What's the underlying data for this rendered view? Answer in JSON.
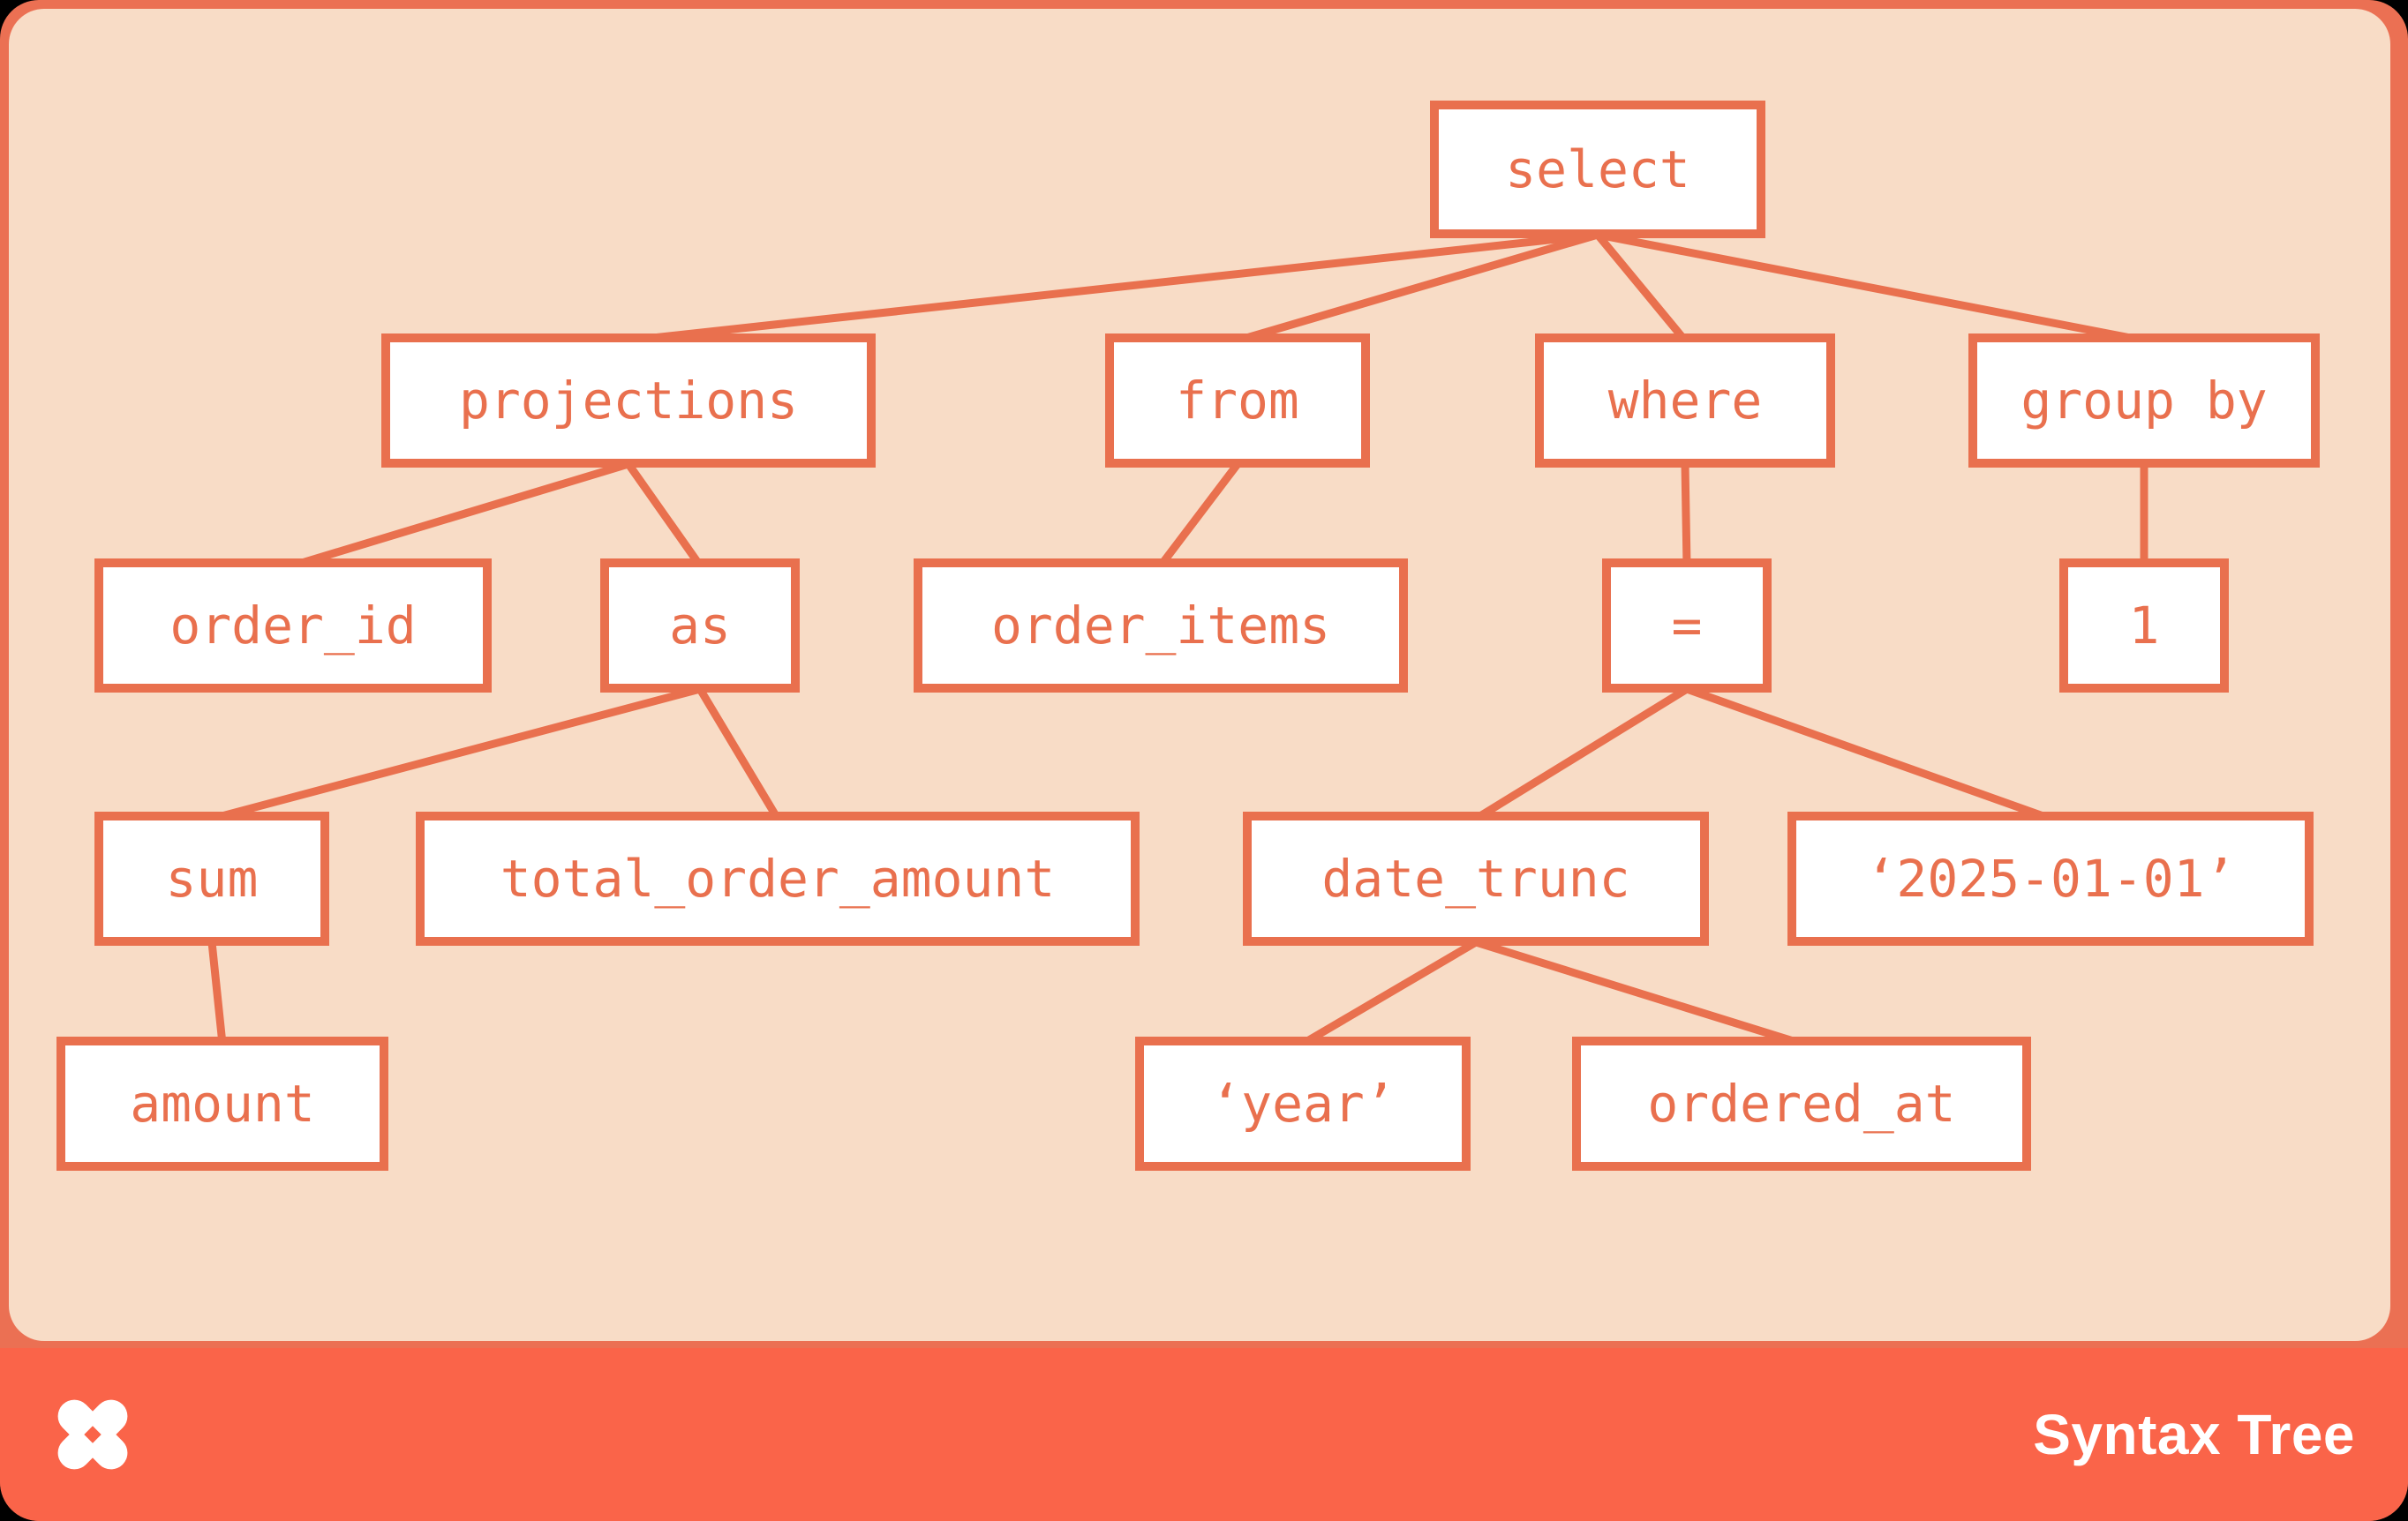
{
  "footer": {
    "title": "Syntax Tree",
    "logo_icon": "x-pinwheel-logo"
  },
  "colors": {
    "background": "#000000",
    "frame": "#eb7053",
    "footer_bar": "#fa6449",
    "panel": "#f8dcc6",
    "node_fill": "#ffffff",
    "node_border": "#e9704e",
    "node_text": "#e9704e",
    "edge": "#e9704e",
    "footer_text": "#ffffff"
  },
  "tree": {
    "type": "syntax-tree",
    "root": "select",
    "nodes": [
      {
        "id": "select",
        "label": "select"
      },
      {
        "id": "projections",
        "label": "projections"
      },
      {
        "id": "from",
        "label": "from"
      },
      {
        "id": "where",
        "label": "where"
      },
      {
        "id": "group_by",
        "label": "group by"
      },
      {
        "id": "order_id",
        "label": "order_id"
      },
      {
        "id": "as",
        "label": "as"
      },
      {
        "id": "order_items",
        "label": "order_items"
      },
      {
        "id": "eq",
        "label": "="
      },
      {
        "id": "one",
        "label": "1"
      },
      {
        "id": "sum",
        "label": "sum"
      },
      {
        "id": "total_order_amount",
        "label": "total_order_amount"
      },
      {
        "id": "date_trunc",
        "label": "date_trunc"
      },
      {
        "id": "date_literal",
        "label": "‘2025-01-01’"
      },
      {
        "id": "amount",
        "label": "amount"
      },
      {
        "id": "year_literal",
        "label": "‘year’"
      },
      {
        "id": "ordered_at",
        "label": "ordered_at"
      }
    ],
    "edges": [
      [
        "select",
        "projections"
      ],
      [
        "select",
        "from"
      ],
      [
        "select",
        "where"
      ],
      [
        "select",
        "group_by"
      ],
      [
        "projections",
        "order_id"
      ],
      [
        "projections",
        "as"
      ],
      [
        "from",
        "order_items"
      ],
      [
        "where",
        "eq"
      ],
      [
        "group_by",
        "one"
      ],
      [
        "as",
        "sum"
      ],
      [
        "as",
        "total_order_amount"
      ],
      [
        "eq",
        "date_trunc"
      ],
      [
        "eq",
        "date_literal"
      ],
      [
        "sum",
        "amount"
      ],
      [
        "date_trunc",
        "year_literal"
      ],
      [
        "date_trunc",
        "ordered_at"
      ]
    ]
  }
}
